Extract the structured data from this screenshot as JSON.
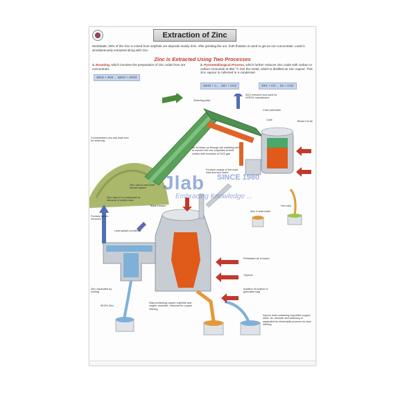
{
  "header": {
    "title": "Extraction of Zinc"
  },
  "intro": "Worldwide, 90% of the zinc is mined from sulphide ore deposits mainly ZnS. After grinding the ore, froth flotation is used to get an ore concentrate. Lead is simultaneously extracted along with zinc.",
  "subtitle": "Zinc is Extracted Using Two Processes",
  "roasting": {
    "number": "1.",
    "name": "Roasting,",
    "text": "which involves the preparation of zinc oxide from ore concentrate.",
    "equation": "2ZnS + 3O2 ... 2ZnO + 2SO2"
  },
  "pyro": {
    "number": "2.",
    "name": "Pyrometallurgical Process,",
    "text": "which further reduces zinc oxide with carbon or carbon monoxide at 950 °C into the metal, which is distilled as zinc vapour. This zinc vapour is collected in a condenser.",
    "equation1": "2ZnO + C ... 2Zn + CO2",
    "equation2": "ZnO + CO ... Zn + CO2"
  },
  "labels": {
    "concentrated_ore": "Concentrated zinc and lead ores for sintering",
    "sintering_plant": "Sintering plant",
    "so2_removed": "SO2 removed and used for H2SO4 manufacture",
    "coke_preheater": "Coke preheater",
    "coke": "Coke",
    "blown_hot_air": "Blown hot air",
    "air_blown": "Air is blown up through the sintering bed to convert the zinc sulphides to their oxides with evolution of SO2 gas",
    "furnace_charge": "Furnace charge of hot coke, lead and zinc sinter",
    "zinc_vapour": "Zinc vapour and blast furnace gases",
    "zinc_vapour_condensed": "Zinc vapour is condensed by streams of molten lead",
    "blast_furnace": "Blast furnace",
    "hot_coke": "Hot coke",
    "zinc_lead_sinter": "Zinc & lead sinter",
    "furnace_gases_removed": "Furnace gases removed",
    "lead_splash_condenser": "Lead splash condenser",
    "preheated_air": "Preheated air is blown",
    "tuyeres": "Tuyeres",
    "sulphur_addition": "Addition of sulphur to granulate slag",
    "zinc_separated": "Zinc separated by cooling",
    "zinc_purity": "99.5% Zinc",
    "slag_text": "Slag containing copper sulphide and copper arsenide, removed for copper refining",
    "impure_lead": "Impure lead containing impurities copper, silver, tin, bismuth and antimony is separated for electrolytic process for lead refining"
  },
  "watermark": {
    "brand": "Jlab",
    "since": "SINCE 1980",
    "tagline": "Embracing Knowledge ..."
  },
  "colors": {
    "accent_red": "#c0392b",
    "title_gray": "#d4d4d4",
    "conveyor_green": "#5aa05a",
    "ore_green": "#aab86a",
    "steel_gray": "#c8cdd3",
    "molten": "#e05a1a",
    "gas_blue": "#4f6fb5",
    "water_blue": "#7fb0d8",
    "slag_orange": "#e39a3a",
    "zinc_green": "#9ac84a"
  }
}
